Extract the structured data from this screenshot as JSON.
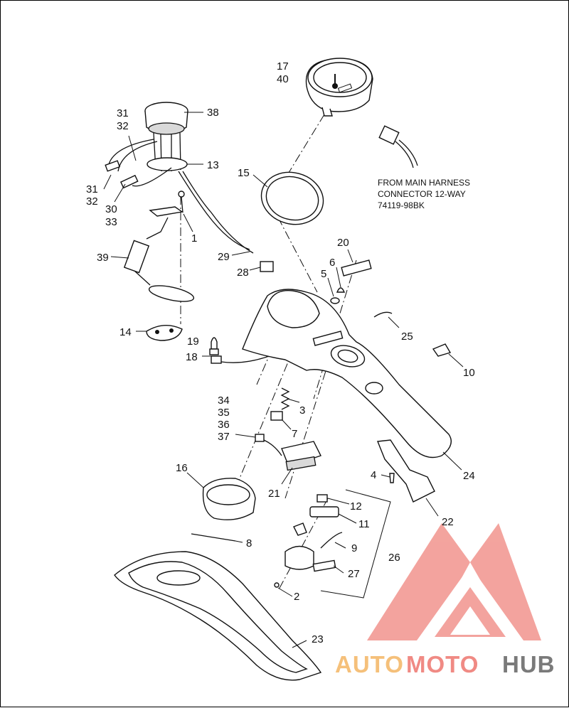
{
  "note": {
    "line1": "FROM MAIN HARNESS",
    "line2": "CONNECTOR 12-WAY",
    "line3": "74119-98BK"
  },
  "callouts": {
    "c1": "1",
    "c2": "2",
    "c3": "3",
    "c4": "4",
    "c5": "5",
    "c6": "6",
    "c7": "7",
    "c8": "8",
    "c9": "9",
    "c10": "10",
    "c11": "11",
    "c12": "12",
    "c13": "13",
    "c14": "14",
    "c15": "15",
    "c16": "16",
    "c17": "17",
    "c18": "18",
    "c19": "19",
    "c20": "20",
    "c21": "21",
    "c22": "22",
    "c23": "23",
    "c24": "24",
    "c25": "25",
    "c26": "26",
    "c27": "27",
    "c28": "28",
    "c29": "29",
    "c30": "30",
    "c31a": "31",
    "c31b": "31",
    "c32a": "32",
    "c32b": "32",
    "c33": "33",
    "c34": "34",
    "c35": "35",
    "c36": "36",
    "c37": "37",
    "c38": "38",
    "c39": "39",
    "c40": "40"
  },
  "watermark": {
    "part1": "AUTO",
    "part2": "MOTO",
    "part3": "HUB",
    "colors": {
      "auto": "#f5c07a",
      "moto": "#f08a84",
      "hub": "#7a7a7a",
      "logo": "#f29a94"
    }
  }
}
